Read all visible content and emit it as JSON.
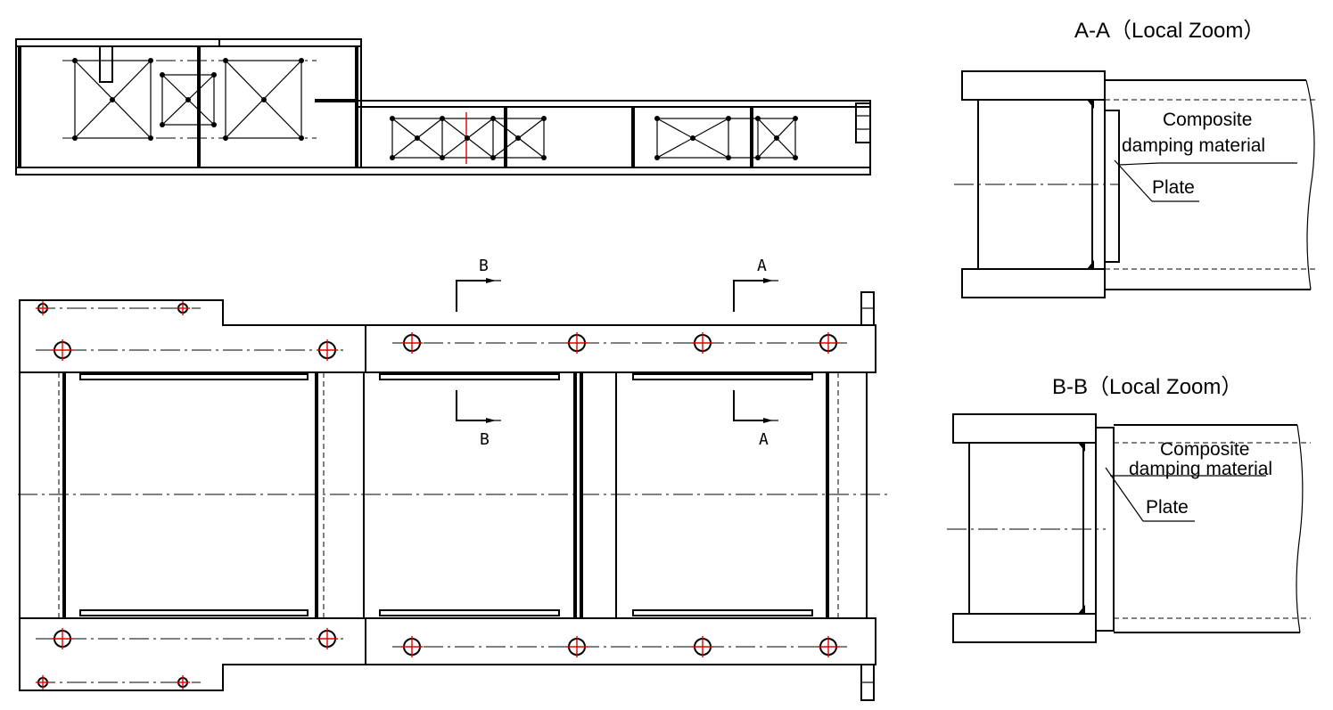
{
  "top_view": {
    "section_marks": []
  },
  "main_view": {
    "section_marks": {
      "b_top": "B",
      "b_bottom": "B",
      "a_top": "A",
      "a_bottom": "A"
    }
  },
  "detail_aa": {
    "title": "A-A（Local Zoom）",
    "label_material_1": "Composite",
    "label_material_2": "damping material",
    "label_plate": "Plate"
  },
  "detail_bb": {
    "title": "B-B（Local Zoom）",
    "label_material_1": "Composite",
    "label_material_2": "damping material",
    "label_plate": "Plate"
  },
  "colors": {
    "line": "#000000",
    "bolt_center": "#e00000"
  }
}
